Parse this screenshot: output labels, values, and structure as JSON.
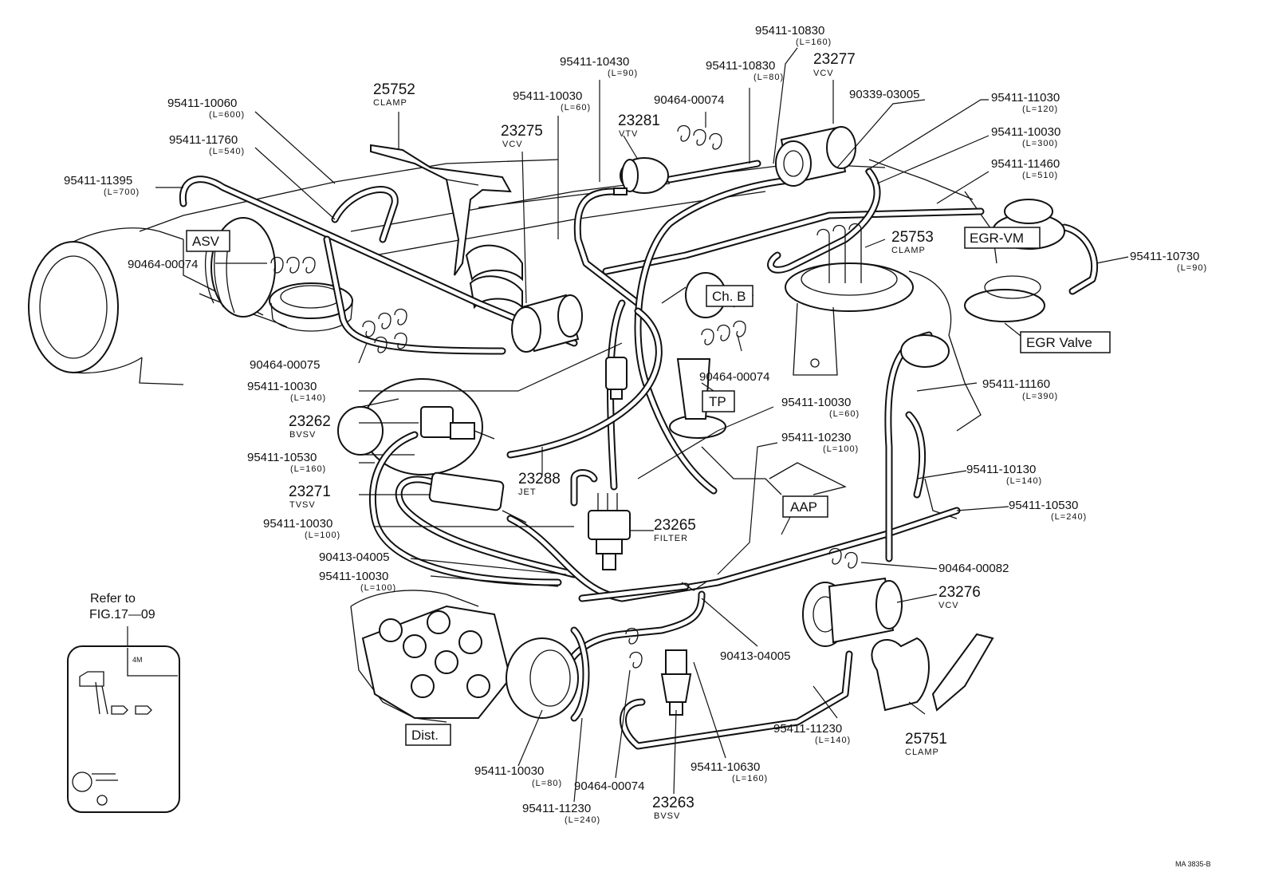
{
  "labels": {
    "p95411_10830_a": "95411-10830",
    "p95411_10830_a_len": "(L=160)",
    "p95411_10430": "95411-10430",
    "p95411_10430_len": "(L=90)",
    "p95411_10830_b": "95411-10830",
    "p95411_10830_b_len": "(L=80)",
    "p23277": "23277",
    "p23277_sub": "VCV",
    "p25752": "25752",
    "p25752_sub": "CLAMP",
    "p95411_10030_a": "95411-10030",
    "p95411_10030_a_len": "(L=60)",
    "p90339_03005": "90339-03005",
    "p95411_11030": "95411-11030",
    "p95411_11030_len": "(L=120)",
    "p95411_10060": "95411-10060",
    "p95411_10060_len": "(L=600)",
    "p90464_00074_a": "90464-00074",
    "p23281": "23281",
    "p23281_sub": "VTV",
    "p23275": "23275",
    "p23275_sub": "VCV",
    "p95411_10030_b": "95411-10030",
    "p95411_10030_b_len": "(L=300)",
    "p95411_11760": "95411-11760",
    "p95411_11760_len": "(L=540)",
    "p95411_11460": "95411-11460",
    "p95411_11460_len": "(L=510)",
    "p95411_11395": "95411-11395",
    "p95411_11395_len": "(L=700)",
    "asv": "ASV",
    "egr_vm": "EGR-VM",
    "p25753": "25753",
    "p25753_sub": "CLAMP",
    "p95411_10730": "95411-10730",
    "p95411_10730_len": "(L=90)",
    "p90464_00074_b": "90464-00074",
    "chb": "Ch. B",
    "egr_valve": "EGR Valve",
    "p90464_00075": "90464-00075",
    "p90464_00074_c": "90464-00074",
    "p95411_11160": "95411-11160",
    "p95411_11160_len": "(L=390)",
    "p95411_10030_c": "95411-10030",
    "p95411_10030_c_len": "(L=140)",
    "tp": "TP",
    "p23262": "23262",
    "p23262_sub": "BVSV",
    "p95411_10030_d": "95411-10030",
    "p95411_10030_d_len": "(L=60)",
    "p95411_10230": "95411-10230",
    "p95411_10230_len": "(L=100)",
    "p95411_10530_a": "95411-10530",
    "p95411_10530_a_len": "(L=160)",
    "p95411_10130": "95411-10130",
    "p95411_10130_len": "(L=140)",
    "p23288": "23288",
    "p23288_sub": "JET",
    "p23271": "23271",
    "p23271_sub": "TVSV",
    "p95411_10530_b": "95411-10530",
    "p95411_10530_b_len": "(L=240)",
    "aap": "AAP",
    "p95411_10030_e": "95411-10030",
    "p95411_10030_e_len": "(L=100)",
    "p23265": "23265",
    "p23265_sub": "FILTER",
    "p90413_04005_a": "90413-04005",
    "p90464_00082": "90464-00082",
    "p95411_10030_f": "95411-10030",
    "p95411_10030_f_len": "(L=100)",
    "p23276": "23276",
    "p23276_sub": "VCV",
    "refer_to": "Refer to",
    "fig_ref": "FIG.17—09",
    "p90413_04005_b": "90413-04005",
    "inset_4m": "4M",
    "dist": "Dist.",
    "p95411_11230_a": "95411-11230",
    "p95411_11230_a_len": "(L=140)",
    "p25751": "25751",
    "p25751_sub": "CLAMP",
    "p95411_10630": "95411-10630",
    "p95411_10630_len": "(L=160)",
    "p95411_10030_g": "95411-10030",
    "p95411_10030_g_len": "(L=80)",
    "p90464_00074_d": "90464-00074",
    "p23263": "23263",
    "p23263_sub": "BVSV",
    "p95411_11230_b": "95411-11230",
    "p95411_11230_b_len": "(L=240)",
    "doc_code": "MA 3835-B"
  }
}
